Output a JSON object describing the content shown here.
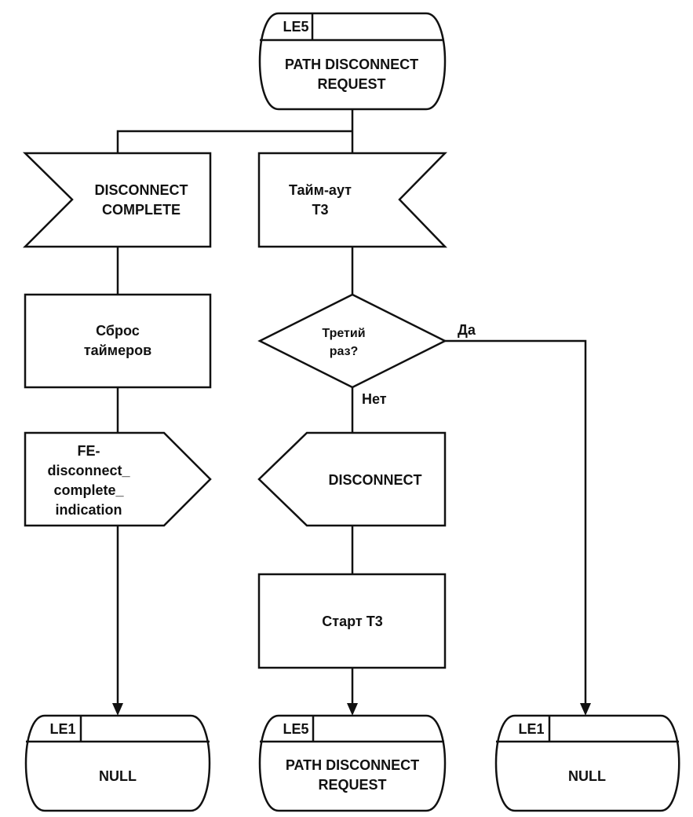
{
  "states": {
    "top": {
      "id": "LE5",
      "name_line1": "PATH DISCONNECT",
      "name_line2": "REQUEST"
    },
    "bottom_left": {
      "id": "LE1",
      "name_line1": "NULL"
    },
    "bottom_mid": {
      "id": "LE5",
      "name_line1": "PATH DISCONNECT",
      "name_line2": "REQUEST"
    },
    "bottom_right": {
      "id": "LE1",
      "name_line1": "NULL"
    }
  },
  "inputs": {
    "disconnect_complete": {
      "line1": "DISCONNECT",
      "line2": "COMPLETE"
    },
    "timeout": {
      "line1": "Тайм-аут",
      "line2": "Т3"
    }
  },
  "tasks": {
    "reset": {
      "line1": "Сброс",
      "line2": "таймеров"
    },
    "start": {
      "line1": "Старт Т3"
    }
  },
  "outputs": {
    "fe": {
      "line1": "FE-",
      "line2": "disconnect_",
      "line3": "complete_",
      "line4": "indication"
    },
    "disconnect": {
      "line1": "DISCONNECT"
    }
  },
  "decision": {
    "line1": "Третий",
    "line2": "раз?",
    "yes": "Да",
    "no": "Нет"
  }
}
